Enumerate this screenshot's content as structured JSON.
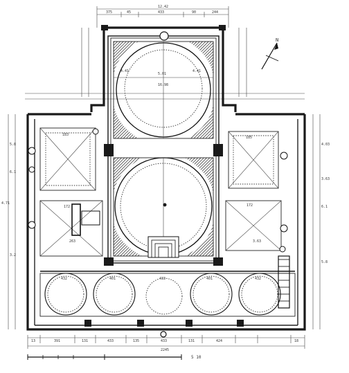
{
  "top_dims": {
    "overall": "12.42",
    "segments": [
      "375",
      "45",
      "433",
      "90",
      "244"
    ]
  },
  "bottom_dims": {
    "overall": "2245",
    "segments": [
      "13",
      "391",
      "131",
      "433",
      "135",
      "433",
      "131",
      "424",
      "18"
    ]
  },
  "scale_label": "5 10",
  "north_label": "N",
  "left_dims": [
    "5.8",
    "6.1",
    "4.71",
    "3.2"
  ],
  "right_dims": [
    "4.03",
    "3.63",
    "6.1",
    "5.8"
  ],
  "room_labels": [
    "183",
    "172",
    "185",
    "172",
    "263",
    "4.41",
    "5.01",
    "16.98",
    "4.41",
    "3.63"
  ],
  "cell_labels": [
    "432",
    "401",
    "433",
    "401",
    "432"
  ]
}
